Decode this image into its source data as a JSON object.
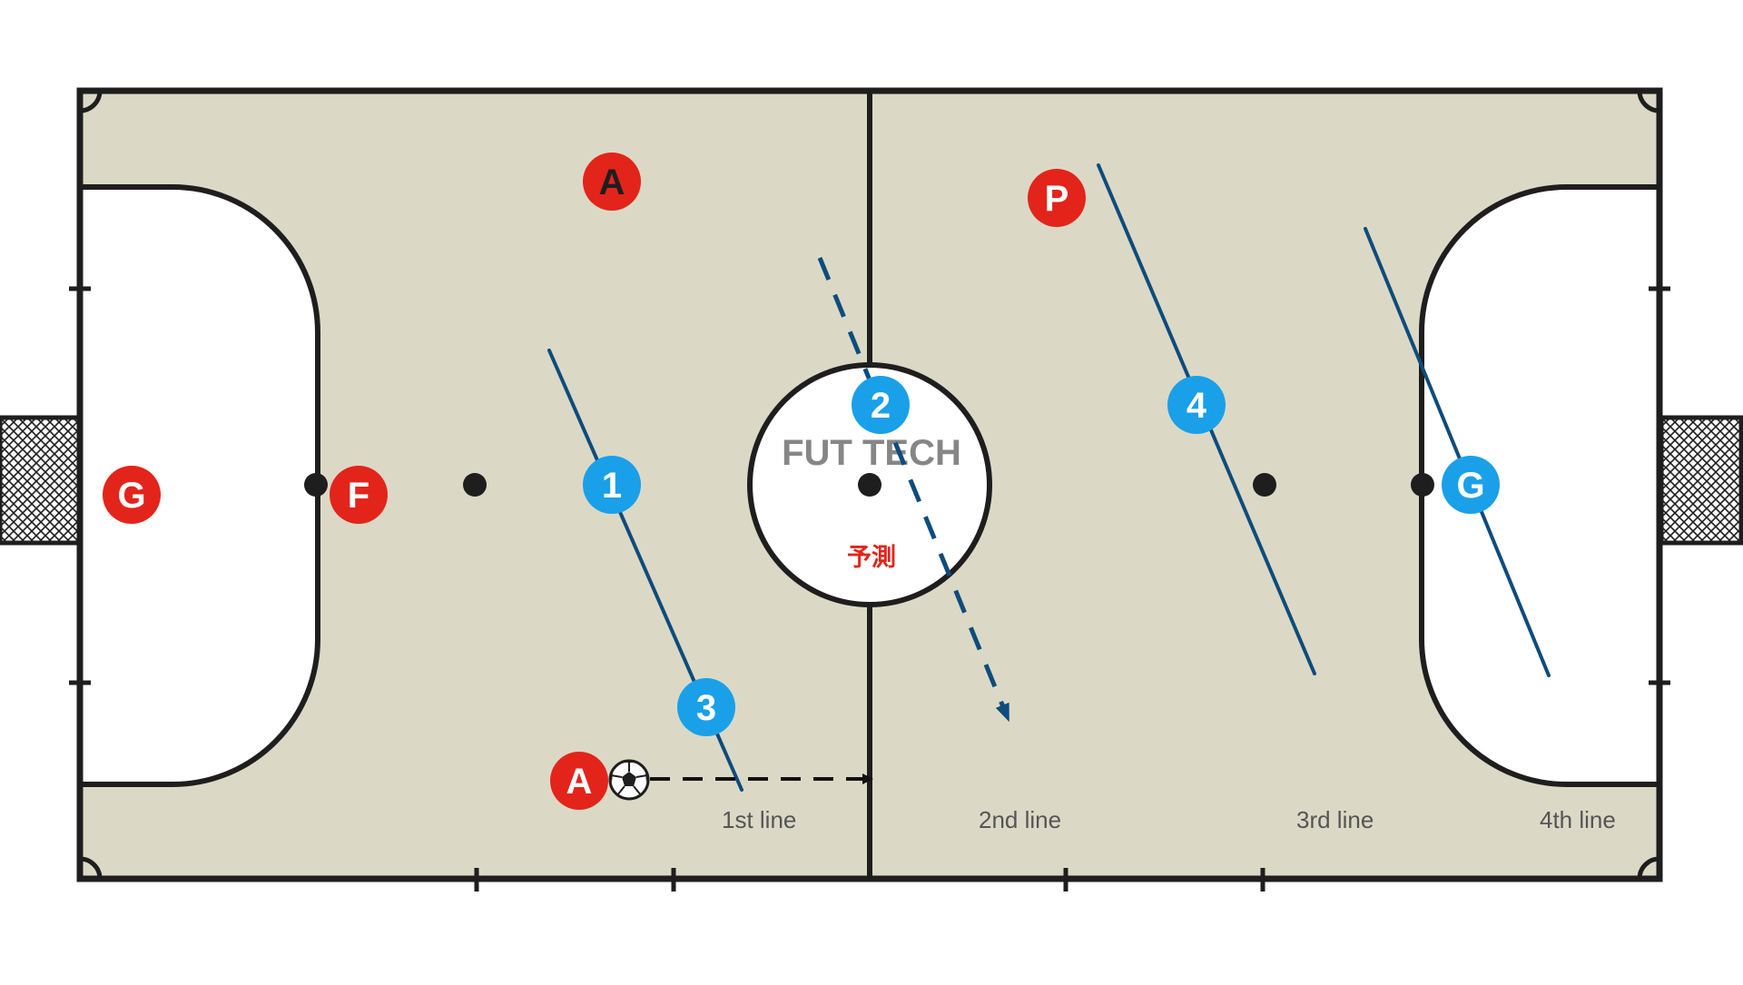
{
  "brand": {
    "watermark": "FUT TECH",
    "center_note": "予測"
  },
  "line_labels": {
    "first": "1st line",
    "second": "2nd line",
    "third": "3rd line",
    "fourth": "4th line"
  },
  "players": {
    "red_goalkeeper": "G",
    "red_fixo": "F",
    "red_ala_top": "A",
    "red_ala_ball": "A",
    "red_pivo": "P",
    "blue_1": "1",
    "blue_2": "2",
    "blue_3": "3",
    "blue_4": "4",
    "blue_goalkeeper": "G"
  },
  "colors": {
    "court": "#dbd9c6",
    "court_line": "#1e1e1e",
    "red_team": "#e3241b",
    "blue_team": "#1aa0e8",
    "press_line": "#0e4c7c",
    "pass_arrow": "#111111",
    "note_red": "#e3241b"
  },
  "icons": {
    "ball": "soccer-ball-icon",
    "goal_net": "goal-net-icon"
  }
}
